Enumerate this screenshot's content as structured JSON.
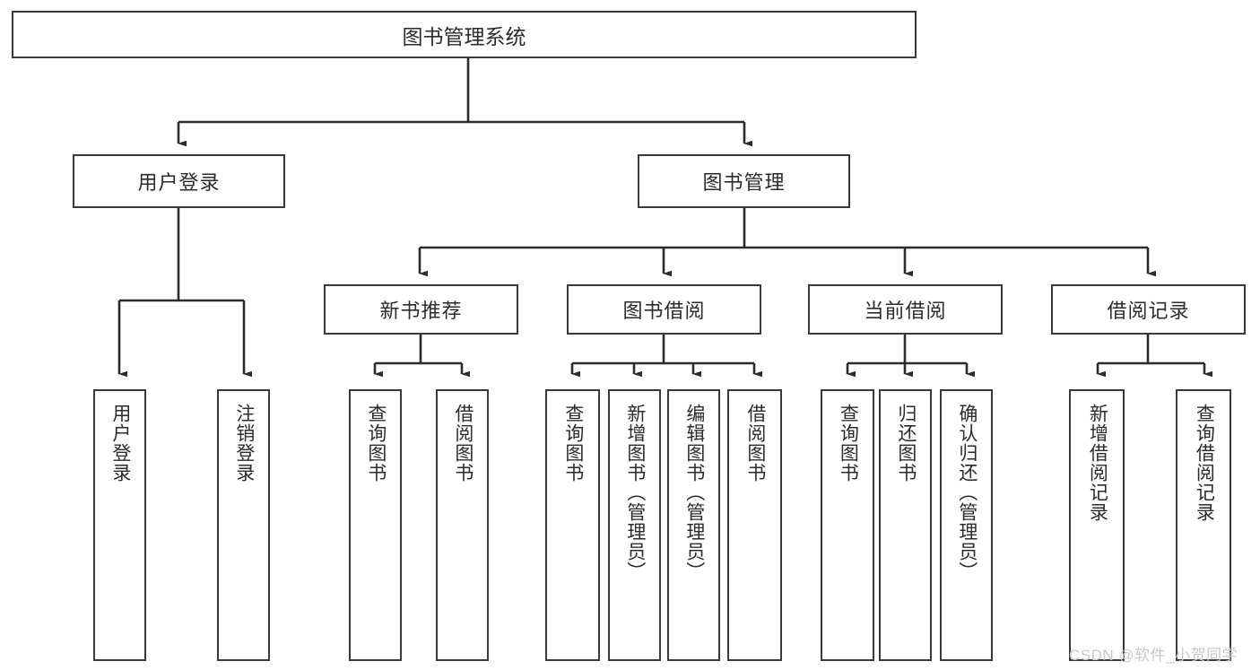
{
  "diagram": {
    "title": "图书管理系统",
    "type": "hierarchy-tree",
    "root": {
      "label": "图书管理系统"
    },
    "level2": [
      {
        "id": "user-login",
        "label": "用户登录"
      },
      {
        "id": "book-manage",
        "label": "图书管理"
      }
    ],
    "level3": [
      {
        "id": "new-book-recommend",
        "label": "新书推荐"
      },
      {
        "id": "book-borrow",
        "label": "图书借阅"
      },
      {
        "id": "current-borrow",
        "label": "当前借阅"
      },
      {
        "id": "borrow-record",
        "label": "借阅记录"
      }
    ],
    "leaves": {
      "user_login": [
        {
          "id": "leaf-user-login",
          "label": "用户登录"
        },
        {
          "id": "leaf-logout-login",
          "label": "注销登录"
        }
      ],
      "new_book_recommend": [
        {
          "id": "leaf-query-book-1",
          "label": "查询图书"
        },
        {
          "id": "leaf-borrow-book-1",
          "label": "借阅图书"
        }
      ],
      "book_borrow": [
        {
          "id": "leaf-query-book-2",
          "label": "查询图书"
        },
        {
          "id": "leaf-add-book-admin",
          "label": "新增图书（管理员）"
        },
        {
          "id": "leaf-edit-book-admin",
          "label": "编辑图书（管理员）"
        },
        {
          "id": "leaf-borrow-book-2",
          "label": "借阅图书"
        }
      ],
      "current_borrow": [
        {
          "id": "leaf-query-book-3",
          "label": "查询图书"
        },
        {
          "id": "leaf-return-book",
          "label": "归还图书"
        },
        {
          "id": "leaf-confirm-return-admin",
          "label": "确认归还（管理员）"
        }
      ],
      "borrow_record": [
        {
          "id": "leaf-add-borrow-record",
          "label": "新增借阅记录"
        },
        {
          "id": "leaf-query-borrow-record",
          "label": "查询借阅记录"
        }
      ]
    },
    "colors": {
      "box_border": "#3a3a3a",
      "connector": "#2b2b2b",
      "text": "#2b2b2b",
      "background": "#ffffff",
      "watermark": "#c9c9c9"
    }
  },
  "watermark": {
    "text": "CSDN @软件_小贺同学"
  }
}
